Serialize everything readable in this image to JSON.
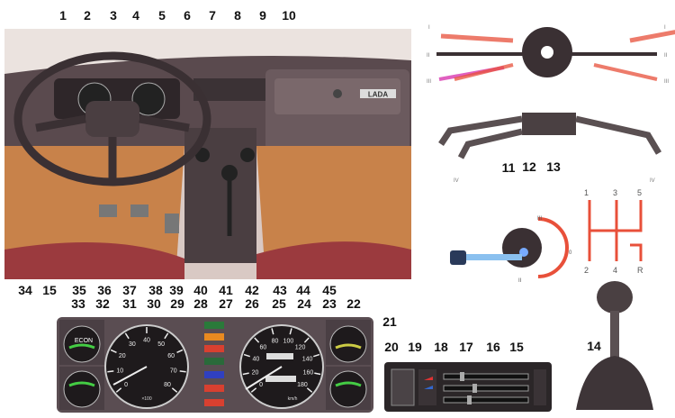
{
  "callouts_top": [
    "1",
    "2",
    "3",
    "4",
    "5",
    "6",
    "7",
    "8",
    "9",
    "10"
  ],
  "callouts_bottom_row1": [
    "34",
    "15",
    "35",
    "36",
    "37",
    "38",
    "39",
    "40",
    "41",
    "42",
    "43",
    "44",
    "45"
  ],
  "callouts_bottom_row2": [
    "33",
    "32",
    "31",
    "30",
    "29",
    "28",
    "27",
    "26",
    "25",
    "24",
    "23",
    "22"
  ],
  "callout_21": "21",
  "callouts_climate": [
    "20",
    "19",
    "18",
    "17",
    "16",
    "15"
  ],
  "callout_gear": "14",
  "callouts_stalks": [
    "11",
    "12",
    "13"
  ],
  "dashboard": {
    "badge": "LADA"
  },
  "tachometer": {
    "ticks": [
      "0",
      "10",
      "20",
      "30",
      "40",
      "50",
      "60",
      "70",
      "80"
    ],
    "unit": "×100"
  },
  "speedometer": {
    "ticks": [
      "0",
      "20",
      "40",
      "60",
      "80",
      "100",
      "120",
      "140",
      "160",
      "180"
    ],
    "unit": "km/h"
  },
  "economy_gauge": {
    "label": "ECON"
  },
  "stalk_positions": {
    "left": [
      "I",
      "II",
      "III"
    ],
    "right": [
      "I",
      "II",
      "III"
    ],
    "bottom_left": "IV",
    "bottom_right": "IV"
  },
  "ignition_positions": [
    "III",
    "0",
    "II"
  ],
  "gear_pattern": [
    "1",
    "3",
    "5",
    "2",
    "4",
    "R"
  ],
  "colors": {
    "accent_red": "#e8503a",
    "dash_dark": "#3a3033",
    "seat_red": "#9b3a3e",
    "floor_orange": "#c8824a"
  }
}
